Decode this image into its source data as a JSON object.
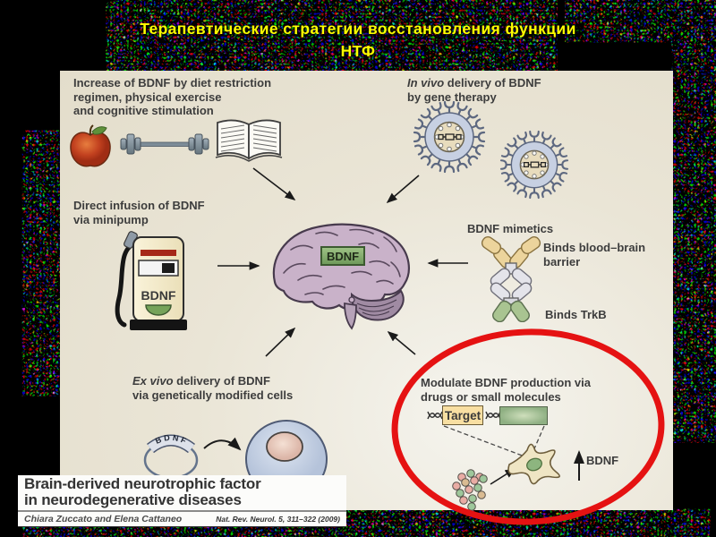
{
  "title": {
    "line1": "Терапевтические стратегии восстановления функции",
    "line2": "НТФ"
  },
  "panel": {
    "increase": {
      "l1": "Increase of BDNF by diet restriction",
      "l2": "regimen, physical exercise",
      "l3": "and cognitive stimulation",
      "icons": [
        "apple-icon",
        "barbell-icon",
        "book-icon"
      ]
    },
    "invivo": {
      "lead": "In vivo",
      "l1rest": " delivery of BDNF",
      "l2": "by gene therapy",
      "icons": [
        "virus-icon",
        "virus-icon"
      ]
    },
    "infusion": {
      "l1": "Direct infusion of BDNF",
      "l2": "via minipump",
      "pump_label": "BDNF",
      "icons": [
        "minipump-icon"
      ]
    },
    "brain_label": "BDNF",
    "mimetics": {
      "heading": "BDNF mimetics",
      "bbb1": "Binds blood–brain",
      "bbb2": "barrier",
      "trkb": "Binds TrkB",
      "icons": [
        "antibody-icon"
      ]
    },
    "exvivo": {
      "lead": "Ex vivo",
      "l1rest": " delivery of BDNF",
      "l2": "via genetically modified cells",
      "plasmid_label": "BDNF",
      "icons": [
        "plasmid-icon",
        "cell-icon"
      ]
    },
    "modulate": {
      "l1": "Modulate BDNF production via",
      "l2": "drugs or small molecules",
      "target": "Target",
      "bdnf": "BDNF",
      "icons": [
        "dna-icon",
        "gene-bar-icon",
        "neuron-icon",
        "molecules-icon"
      ]
    }
  },
  "article": {
    "t1": "Brain-derived neurotrophic factor",
    "t2": "in neurodegenerative diseases",
    "authors": "Chiara Zuccato and Elena Cattaneo",
    "citation": "Nat. Rev. Neurol. 5, 311–322 (2009)"
  },
  "colors": {
    "title_yellow": "#ffff00",
    "red_circle": "#e51212",
    "bdnf_green": "#85ac72",
    "panel_beige": "#e7e2d2",
    "brain_lavender": "#c9b2c9",
    "target_tan": "#f8dfa2"
  }
}
